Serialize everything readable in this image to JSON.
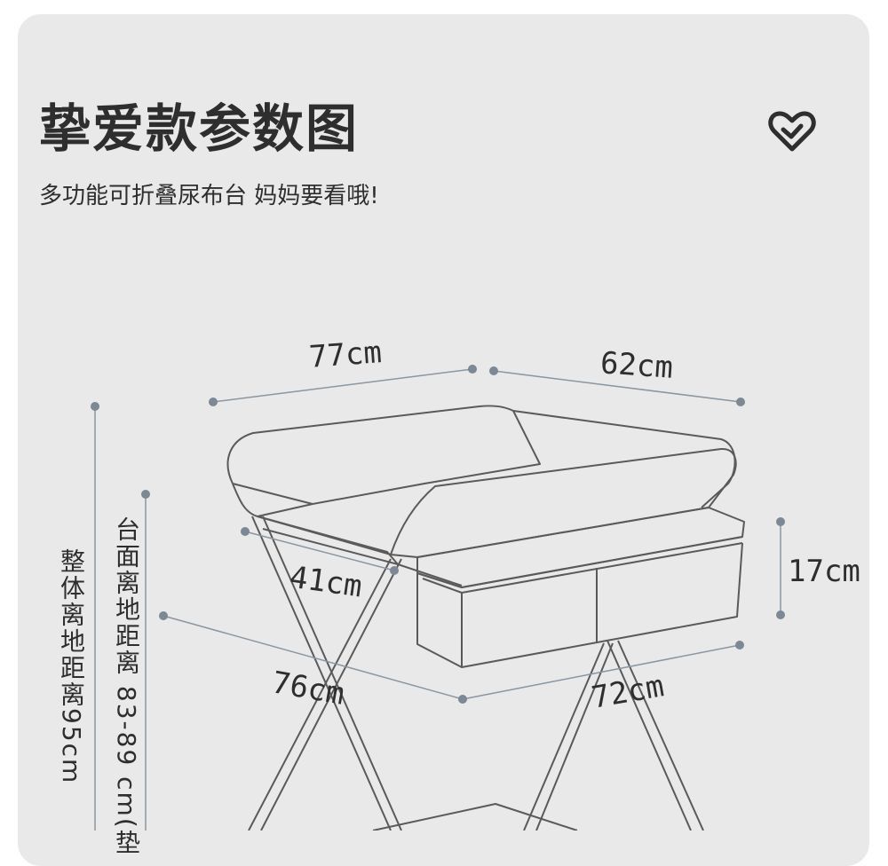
{
  "title": "挚爱款参数图",
  "subtitle": "多功能可折叠尿布台 妈妈要看哦!",
  "icons": {
    "heart": "heart-check-icon"
  },
  "dimensions": {
    "length": "77cm",
    "width": "62cm",
    "inner_width": "41cm",
    "bottom_length": "76cm",
    "bottom_width": "72cm",
    "storage_height": "17cm",
    "total_height": "整体离地距离95cm",
    "surface_height": "台面离地距离 83-89 cm(垫"
  },
  "colors": {
    "background": "#e9e9e9",
    "text": "#2e2e2e",
    "line": "#555555",
    "dim_line": "#8a96a0",
    "dot": "#7c8893"
  }
}
